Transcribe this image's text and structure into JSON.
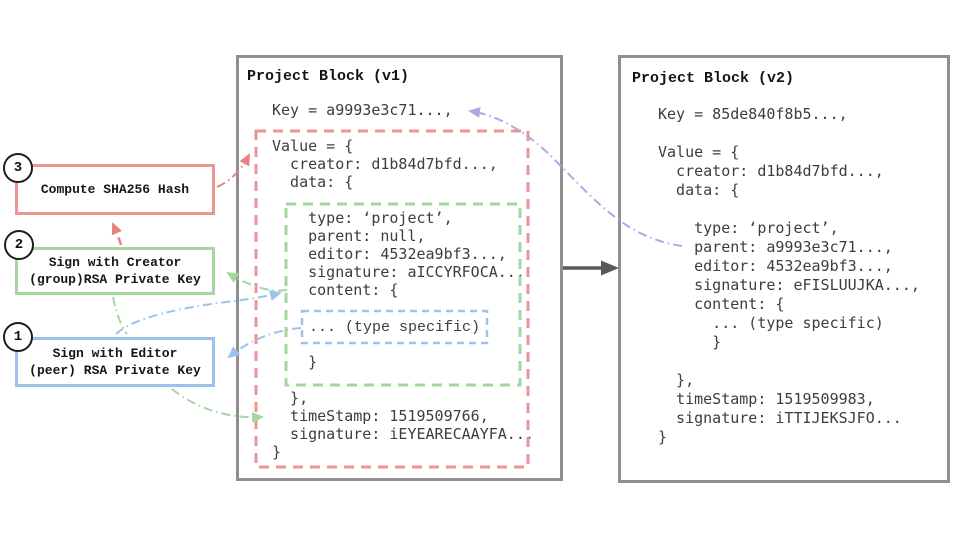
{
  "diagram": {
    "steps": [
      {
        "number": "1",
        "line1": "Sign with Editor",
        "line2": "(peer) RSA Private Key",
        "color": "#9ec1ec"
      },
      {
        "number": "2",
        "line1": "Sign with Creator",
        "line2": "(group)RSA Private Key",
        "color": "#a5d6a0"
      },
      {
        "number": "3",
        "line1": "Compute SHA256 Hash",
        "line2": "",
        "color": "#ee9492"
      }
    ],
    "v1": {
      "title": "Project Block (v1)",
      "code": "Key = a9993e3c71...,\n\nValue = {\n  creator: d1b84d7bfd...,\n  data: {\n\n    type: ‘project’,\n    parent: null,\n    editor: 4532ea9bf3...,\n    signature: aICCYRFOCA...\n    content: {\n\n\n\n    }\n\n  },\n  timeStamp: 1519509766,\n  signature: iEYEARECAAYFA...\n}",
      "type_specific": "... (type specific)"
    },
    "v2": {
      "title": "Project Block (v2)",
      "code": "Key = 85de840f8b5...,\n\nValue = {\n  creator: d1b84d7bfd...,\n  data: {\n\n    type: ‘project’,\n    parent: a9993e3c71...,\n    editor: 4532ea9bf3...,\n    signature: eFISLUUJKA...,\n    content: {\n      ... (type specific)\n      }\n\n  },\n  timeStamp: 1519509983,\n  signature: iTTIJEKSJFO...\n}"
    },
    "colors": {
      "red": "#ee9492",
      "green": "#a5d6a0",
      "blue": "#9ec1ec",
      "purple": "#b1a7e2",
      "block_border": "#8f8f8f",
      "transition_arrow": "#595959"
    }
  }
}
